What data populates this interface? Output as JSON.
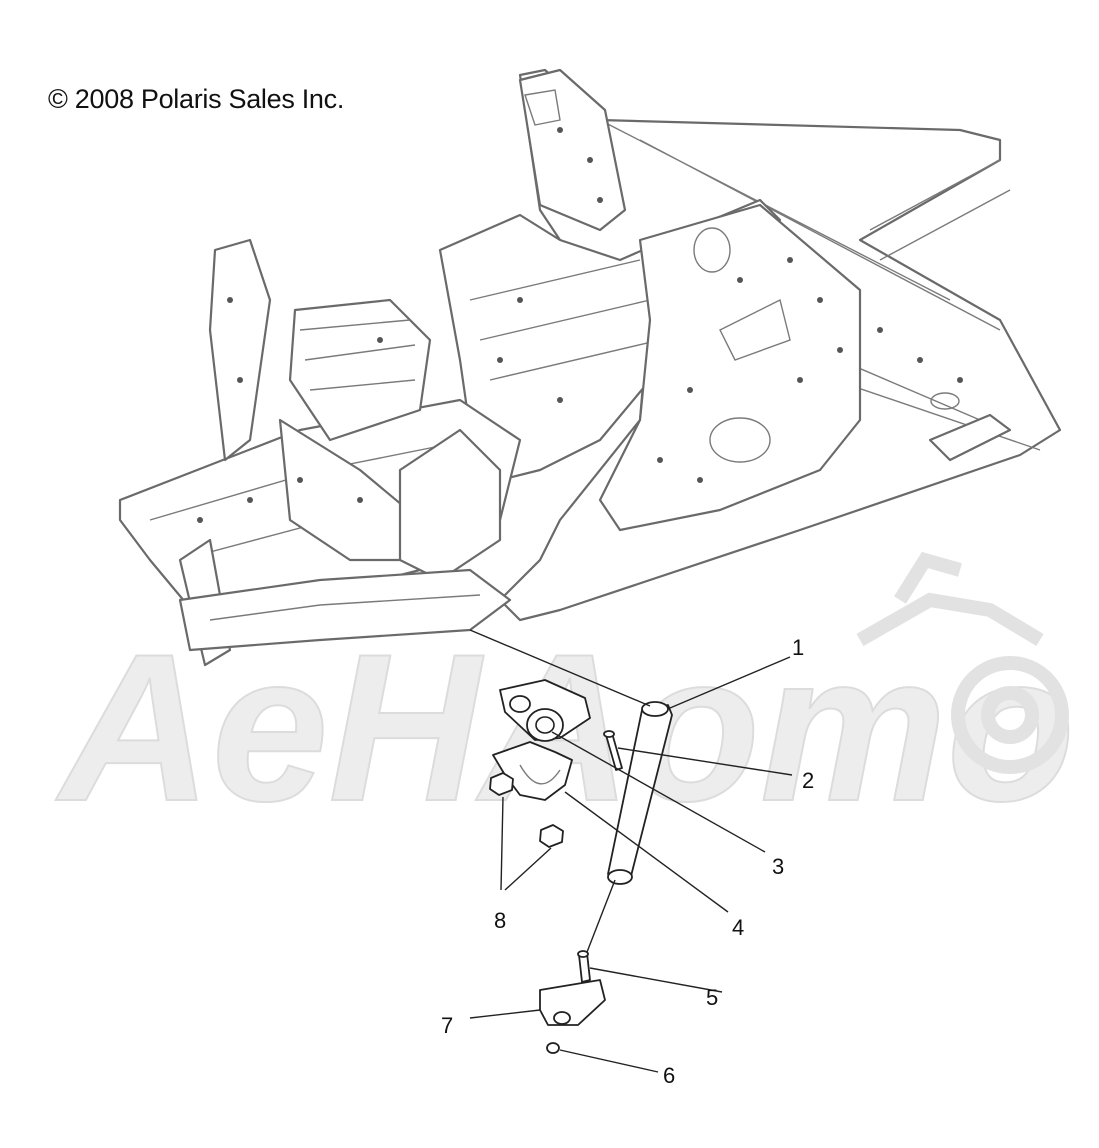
{
  "copyright": "© 2008 Polaris Sales Inc.",
  "watermark": "AeHAomo",
  "callouts": [
    {
      "number": "1"
    },
    {
      "number": "2"
    },
    {
      "number": "3"
    },
    {
      "number": "4"
    },
    {
      "number": "5"
    },
    {
      "number": "6"
    },
    {
      "number": "7"
    },
    {
      "number": "8"
    }
  ]
}
